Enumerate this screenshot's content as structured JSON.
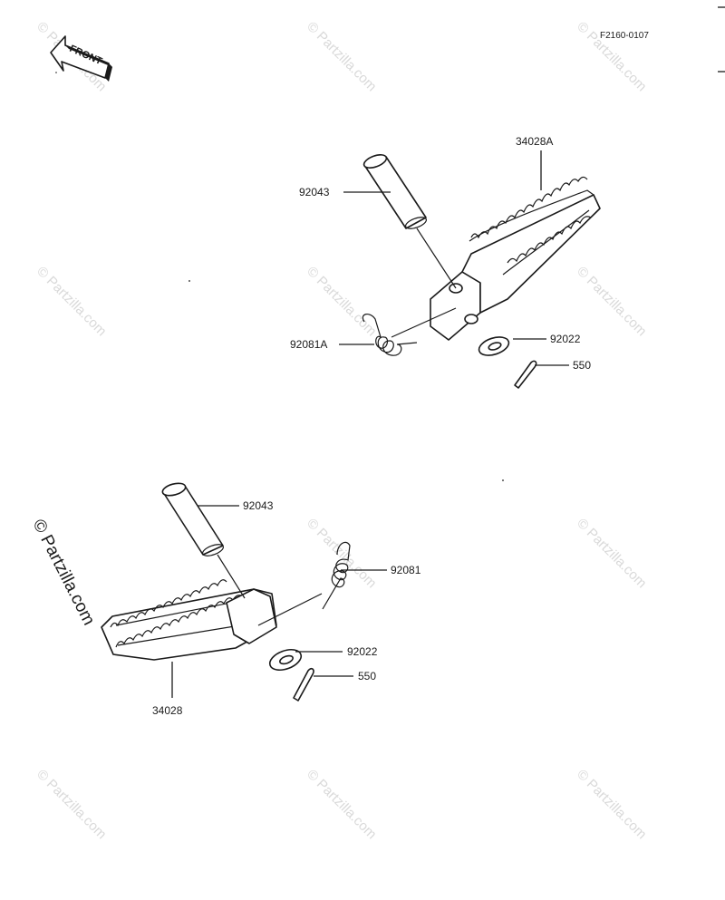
{
  "diagram_code": "F2160-0107",
  "front_label": "FRONT",
  "watermark": {
    "side_text": "© Partzilla.com",
    "tile_text": "© Partzilla.com"
  },
  "upper_assembly": {
    "footpeg": "34028A",
    "pin": "92043",
    "spring": "92081A",
    "washer": "92022",
    "cotter_pin": "550"
  },
  "lower_assembly": {
    "footpeg": "34028",
    "pin": "92043",
    "spring": "92081",
    "washer": "92022",
    "cotter_pin": "550"
  },
  "colors": {
    "ink": "#1a1a1a",
    "watermark": "#d9d9d9",
    "background": "#ffffff"
  }
}
